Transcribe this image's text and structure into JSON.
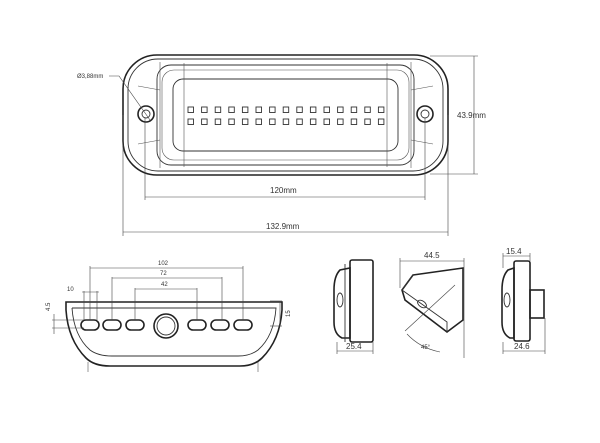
{
  "title": "LED light technical drawing",
  "top_view": {
    "hole_diameter": "Ø3,88mm",
    "height": "43.9mm",
    "hole_spacing": "120mm",
    "overall_length": "132.9mm",
    "led_columns": 15,
    "led_rows": 2
  },
  "front_view": {
    "dim_outer": "102",
    "dim_middle": "72",
    "dim_inner": "42",
    "dim_led_width": "10",
    "dim_led_height": "4.5",
    "dim_depth": "15"
  },
  "side_view_1": {
    "depth": "25.4"
  },
  "angled_view": {
    "width": "44.5",
    "angle": "45°"
  },
  "side_view_2": {
    "top": "15.4",
    "depth": "24.6"
  }
}
